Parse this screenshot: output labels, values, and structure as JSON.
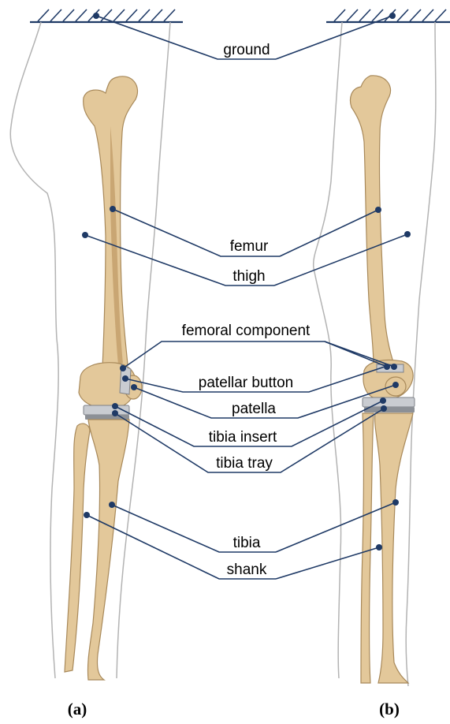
{
  "labels": {
    "ground": "ground",
    "femur": "femur",
    "thigh": "thigh",
    "femoral_component": "femoral component",
    "patellar_button": "patellar button",
    "patella": "patella",
    "tibia_insert": "tibia insert",
    "tibia_tray": "tibia tray",
    "tibia": "tibia",
    "shank": "shank"
  },
  "captions": {
    "a": "(a)",
    "b": "(b)"
  },
  "colors": {
    "leader": "#1f3a66",
    "bone": "#e3c89a",
    "implant": "#c9ccd1",
    "outline": "#b3b3b3"
  }
}
